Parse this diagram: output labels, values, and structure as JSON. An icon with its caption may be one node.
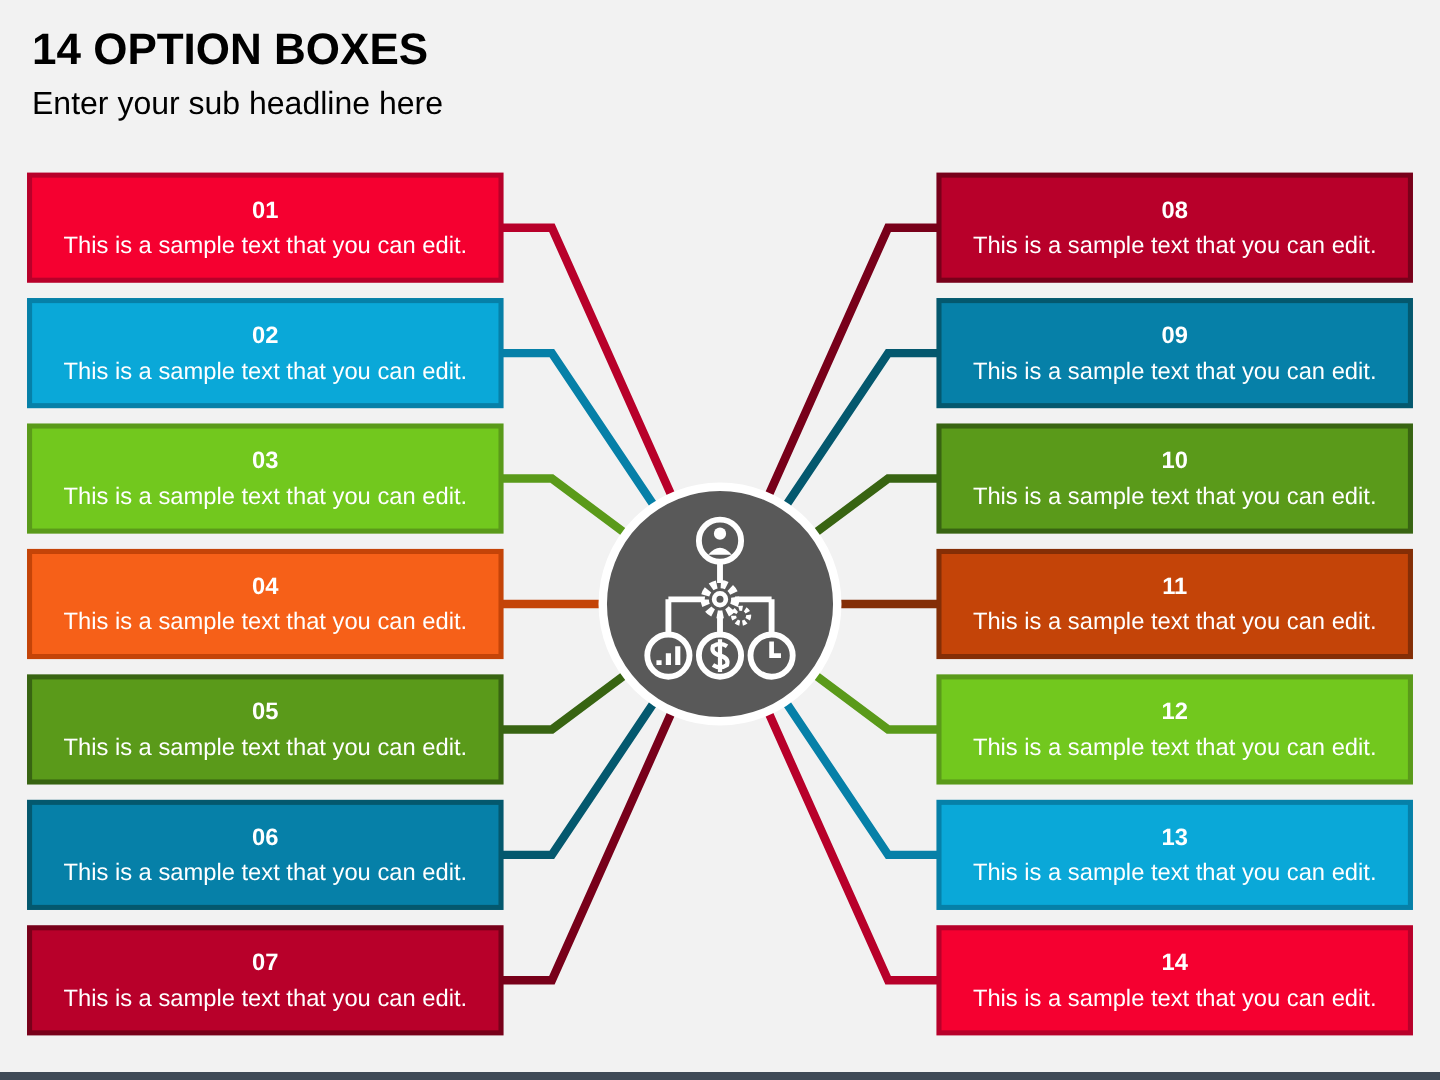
{
  "diagram": {
    "title": "14 OPTION BOXES",
    "nodes": [
      {
        "text": [
          "01",
          "This is a sample text that you can edit."
        ]
      },
      {
        "text": [
          "02",
          "This is a sample text that you can edit."
        ]
      },
      {
        "text": [
          "03",
          "This is a sample text that you can edit."
        ]
      },
      {
        "text": [
          "04",
          "This is a sample text that you can edit."
        ]
      },
      {
        "text": [
          "05",
          "This is a sample text that you can edit."
        ]
      },
      {
        "text": [
          "06",
          "This is a sample text that you can edit."
        ]
      },
      {
        "text": [
          "07",
          "This is a sample text that you can edit."
        ]
      },
      {
        "text": [
          "08",
          "This is a sample text that you can edit."
        ]
      },
      {
        "text": [
          "09",
          "This is a sample text that you can edit."
        ]
      },
      {
        "text": [
          "10",
          "This is a sample text that you can edit."
        ]
      },
      {
        "text": [
          "11",
          "This is a sample text that you can edit."
        ]
      },
      {
        "text": [
          "12",
          "This is a sample text that you can edit."
        ]
      },
      {
        "text": [
          "13",
          "This is a sample text that you can edit."
        ]
      },
      {
        "text": [
          "14",
          "This is a sample text that you can edit."
        ]
      },
      {
        "text": [],
        "shape": "circle"
      }
    ],
    "edges": [
      {
        "from": 0,
        "to": 14,
        "arrow": "none",
        "color": "#b8002a"
      },
      {
        "from": 1,
        "to": 14,
        "arrow": "none",
        "color": "#0680a8"
      },
      {
        "from": 2,
        "to": 14,
        "arrow": "none",
        "color": "#5a9a1a"
      },
      {
        "from": 3,
        "to": 14,
        "arrow": "none",
        "color": "#c44408"
      },
      {
        "from": 4,
        "to": 14,
        "arrow": "none",
        "color": "#386412"
      },
      {
        "from": 5,
        "to": 14,
        "arrow": "none",
        "color": "#04586e"
      },
      {
        "from": 6,
        "to": 14,
        "arrow": "none",
        "color": "#78001a"
      },
      {
        "from": 14,
        "to": 7,
        "arrow": "none",
        "color": "#78001a"
      },
      {
        "from": 14,
        "to": 8,
        "arrow": "none",
        "color": "#04586e"
      },
      {
        "from": 14,
        "to": 9,
        "arrow": "none",
        "color": "#386412"
      },
      {
        "from": 14,
        "to": 10,
        "arrow": "none",
        "color": "#842e06"
      },
      {
        "from": 14,
        "to": 11,
        "arrow": "none",
        "color": "#5a9a1a"
      },
      {
        "from": 14,
        "to": 12,
        "arrow": "none",
        "color": "#0680a8"
      },
      {
        "from": 14,
        "to": 13,
        "arrow": "none",
        "color": "#b8002a"
      }
    ],
    "labels": [
      "Enter your sub headline here"
    ]
  }
}
